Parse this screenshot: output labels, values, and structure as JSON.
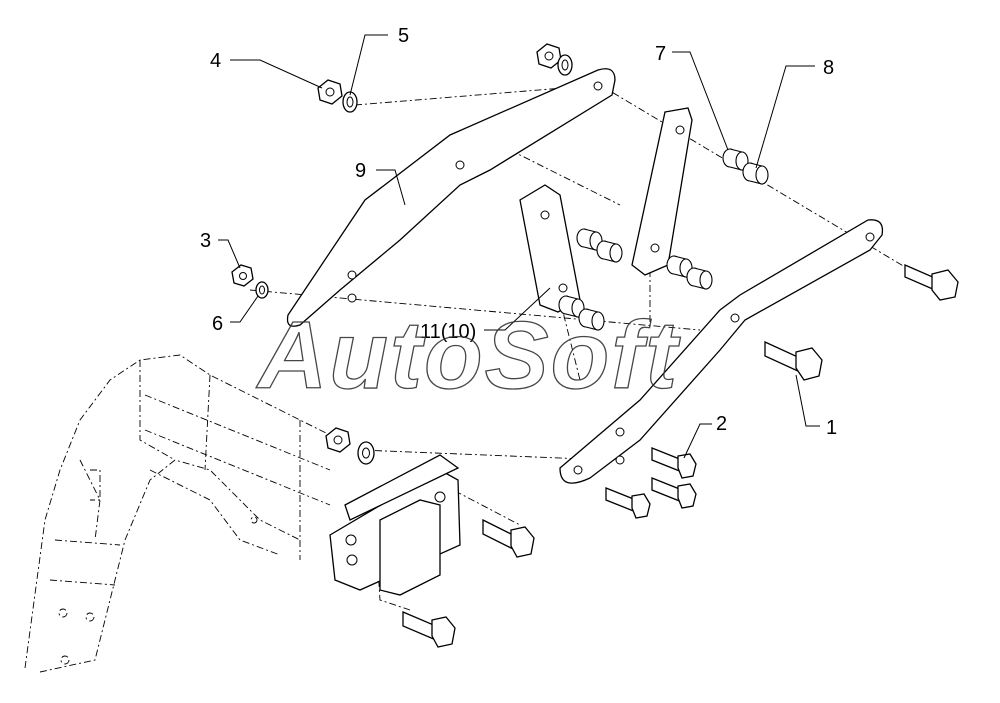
{
  "diagram": {
    "callouts": [
      {
        "id": "c1",
        "text": "1"
      },
      {
        "id": "c2",
        "text": "2"
      },
      {
        "id": "c3",
        "text": "3"
      },
      {
        "id": "c4",
        "text": "4"
      },
      {
        "id": "c5",
        "text": "5"
      },
      {
        "id": "c6",
        "text": "6"
      },
      {
        "id": "c7",
        "text": "7"
      },
      {
        "id": "c8",
        "text": "8"
      },
      {
        "id": "c9",
        "text": "9"
      },
      {
        "id": "c11",
        "text": "11(10)"
      }
    ],
    "watermark": "AutoSoft"
  }
}
